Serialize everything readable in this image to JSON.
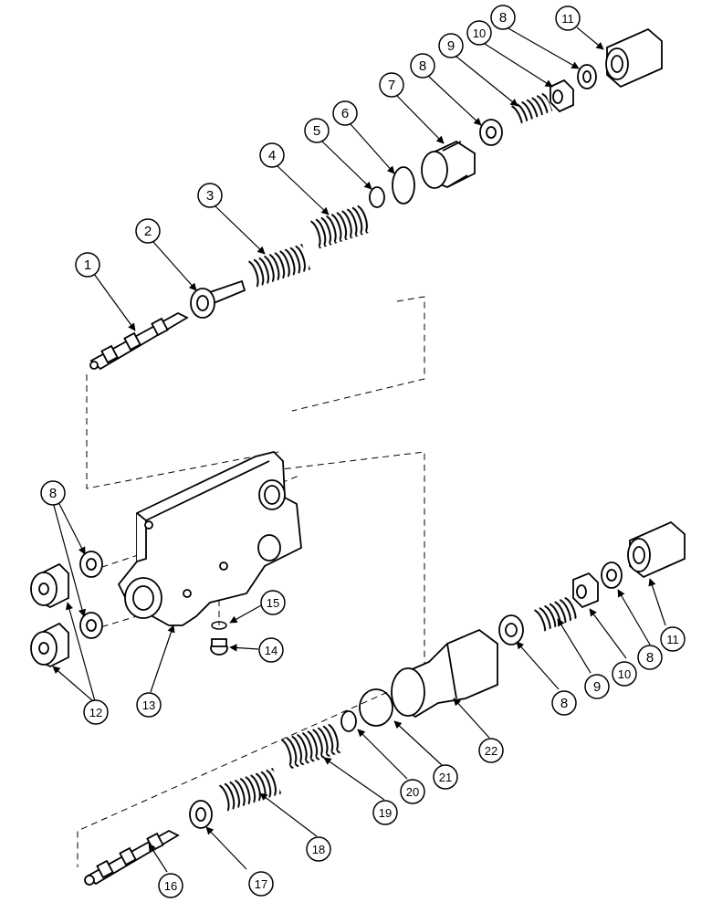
{
  "callouts": {
    "c1": "1",
    "c2": "2",
    "c3": "3",
    "c4": "4",
    "c5": "5",
    "c6": "6",
    "c7": "7",
    "c8a": "8",
    "c8b": "8",
    "c8c": "8",
    "c8d": "8",
    "c8e": "8",
    "c9a": "9",
    "c9b": "9",
    "c10a": "10",
    "c10b": "10",
    "c11a": "11",
    "c11b": "11",
    "c12": "12",
    "c13": "13",
    "c14": "14",
    "c15": "15",
    "c16": "16",
    "c17": "17",
    "c18": "18",
    "c19": "19",
    "c20": "20",
    "c21": "21",
    "c22": "22"
  }
}
